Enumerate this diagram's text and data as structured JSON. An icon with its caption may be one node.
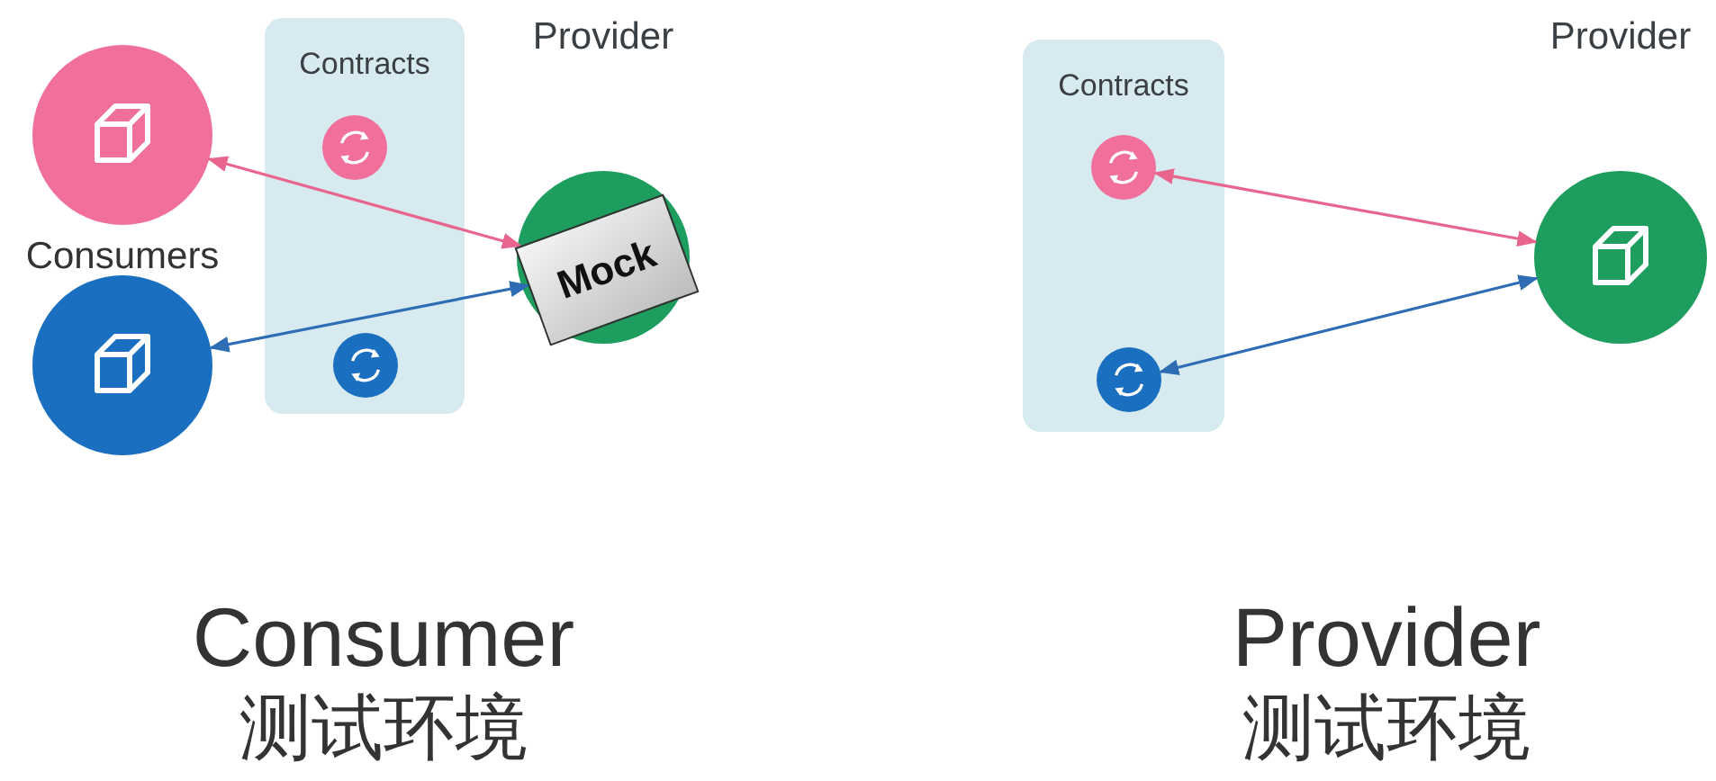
{
  "diagram": {
    "nodes": [
      {
        "text": [
          "Contracts"
        ]
      },
      {
        "text": [],
        "shape": "circle",
        "in": 0
      },
      {
        "text": [],
        "shape": "circle",
        "in": 0
      },
      {
        "text": [],
        "shape": "circle"
      },
      {
        "text": [],
        "shape": "circle"
      },
      {
        "text": [
          "Provider"
        ]
      },
      {
        "text": [
          "Mock"
        ]
      },
      {
        "text": [
          "Contracts"
        ]
      },
      {
        "text": [],
        "shape": "circle",
        "in": 7
      },
      {
        "text": [],
        "shape": "circle",
        "in": 7
      },
      {
        "text": [
          "Provider"
        ]
      }
    ],
    "edges": [
      {
        "from": 3,
        "to": 6,
        "arrow": "both",
        "color": "#e8668e"
      },
      {
        "from": 4,
        "to": 6,
        "arrow": "both",
        "color": "#2e6db4"
      },
      {
        "from": 8,
        "to": 10,
        "arrow": "both",
        "color": "#e8668e"
      },
      {
        "from": 9,
        "to": 10,
        "arrow": "both",
        "color": "#2e6db4"
      }
    ],
    "labels": [
      "Consumers",
      "Consumer",
      "测试环境",
      "Provider",
      "测试环境"
    ]
  }
}
